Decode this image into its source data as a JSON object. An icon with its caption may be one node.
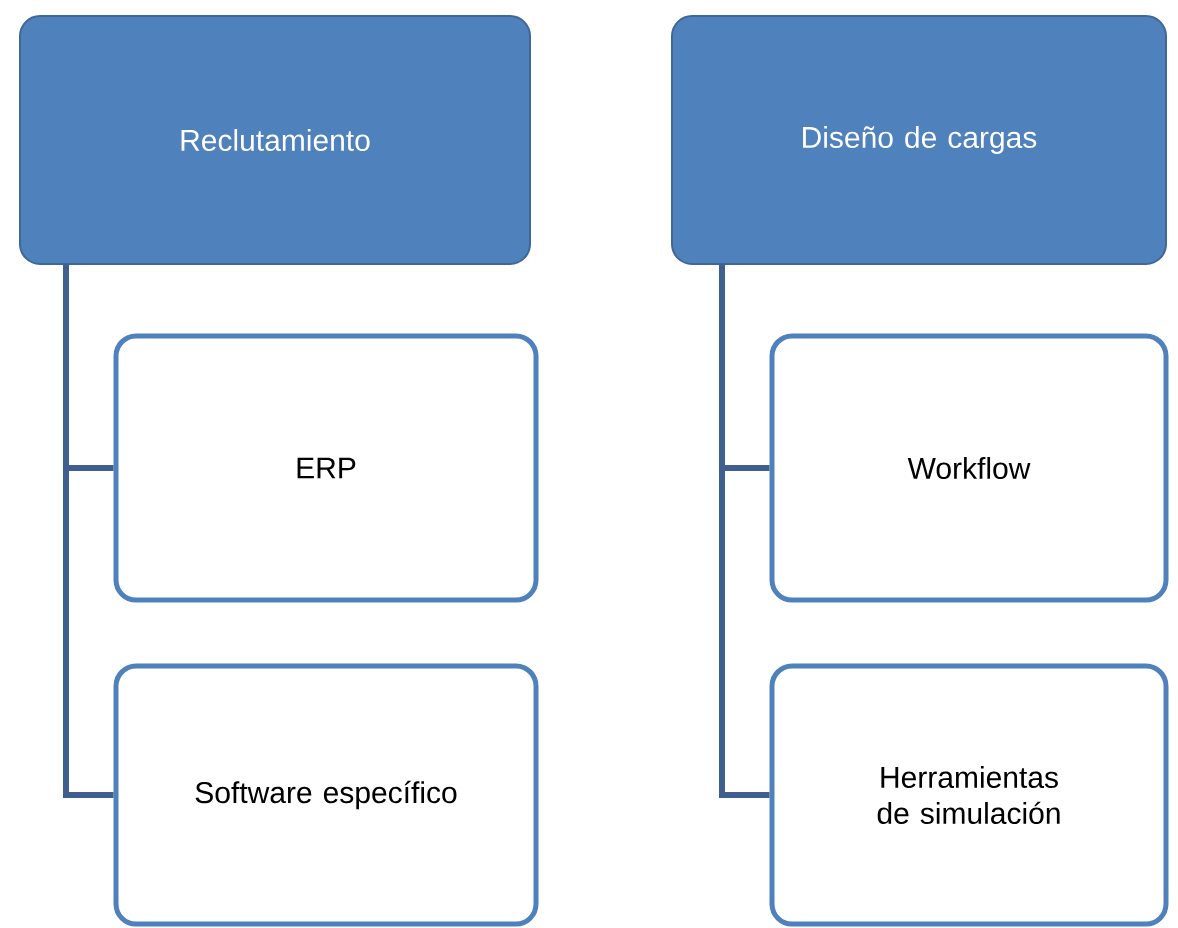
{
  "diagram": {
    "nodes": [
      {
        "text": [
          "Reclutamiento"
        ]
      },
      {
        "text": [
          "ERP"
        ]
      },
      {
        "text": [
          "Software específico"
        ]
      },
      {
        "text": [
          "Diseño de cargas"
        ]
      },
      {
        "text": [
          "Workflow"
        ]
      },
      {
        "text": [
          "Herramientas de simulación"
        ]
      }
    ],
    "edges": [
      {
        "from": 0,
        "to": 1,
        "arrow": "none"
      },
      {
        "from": 0,
        "to": 2,
        "arrow": "none"
      },
      {
        "from": 3,
        "to": 4,
        "arrow": "none"
      },
      {
        "from": 3,
        "to": 5,
        "arrow": "none"
      }
    ]
  }
}
